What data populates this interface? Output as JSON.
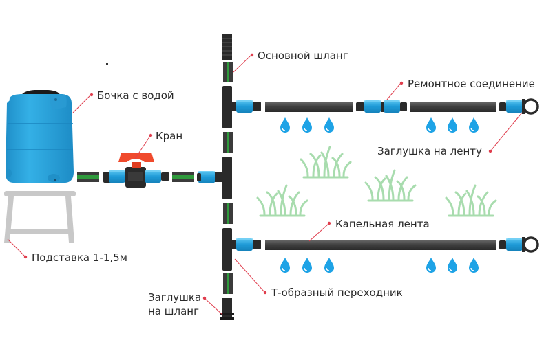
{
  "diagram": {
    "title": "Drip irrigation system scheme",
    "colors": {
      "tank": "#27a3dc",
      "tube": "#4a4a4a",
      "main_hose_stripe": "#2f9a3c",
      "connector": "#2ea8e0",
      "valve_handle": "#f04a2c",
      "drop": "#1ea3e6",
      "grass": "#a8dcae",
      "callout": "#e03e4e",
      "stand": "#c8c8c8"
    },
    "labels": {
      "barrel": "Бочка с водой",
      "valve": "Кран",
      "stand": "Подставка 1-1,5м",
      "main_hose": "Основной шланг",
      "repair_connector": "Ремонтное соединение",
      "tape_plug": "Заглушка на ленту",
      "drip_tape": "Капельная лента",
      "t_adapter": "Т-образный переходник",
      "hose_plug_line1": "Заглушка",
      "hose_plug_line2": "на шланг"
    },
    "components": [
      {
        "name": "water-barrel",
        "icon": "tank-icon"
      },
      {
        "name": "stand",
        "icon": "stand-icon"
      },
      {
        "name": "valve",
        "icon": "valve-icon"
      },
      {
        "name": "main-hose",
        "icon": "hose-icon"
      },
      {
        "name": "t-adapter",
        "icon": "tee-icon"
      },
      {
        "name": "drip-tape",
        "icon": "tape-icon"
      },
      {
        "name": "repair-connector",
        "icon": "coupling-icon"
      },
      {
        "name": "tape-plug",
        "icon": "plug-icon"
      },
      {
        "name": "hose-plug",
        "icon": "plug-icon"
      },
      {
        "name": "water-drops",
        "icon": "drop-icon"
      },
      {
        "name": "grass",
        "icon": "grass-icon"
      }
    ]
  }
}
